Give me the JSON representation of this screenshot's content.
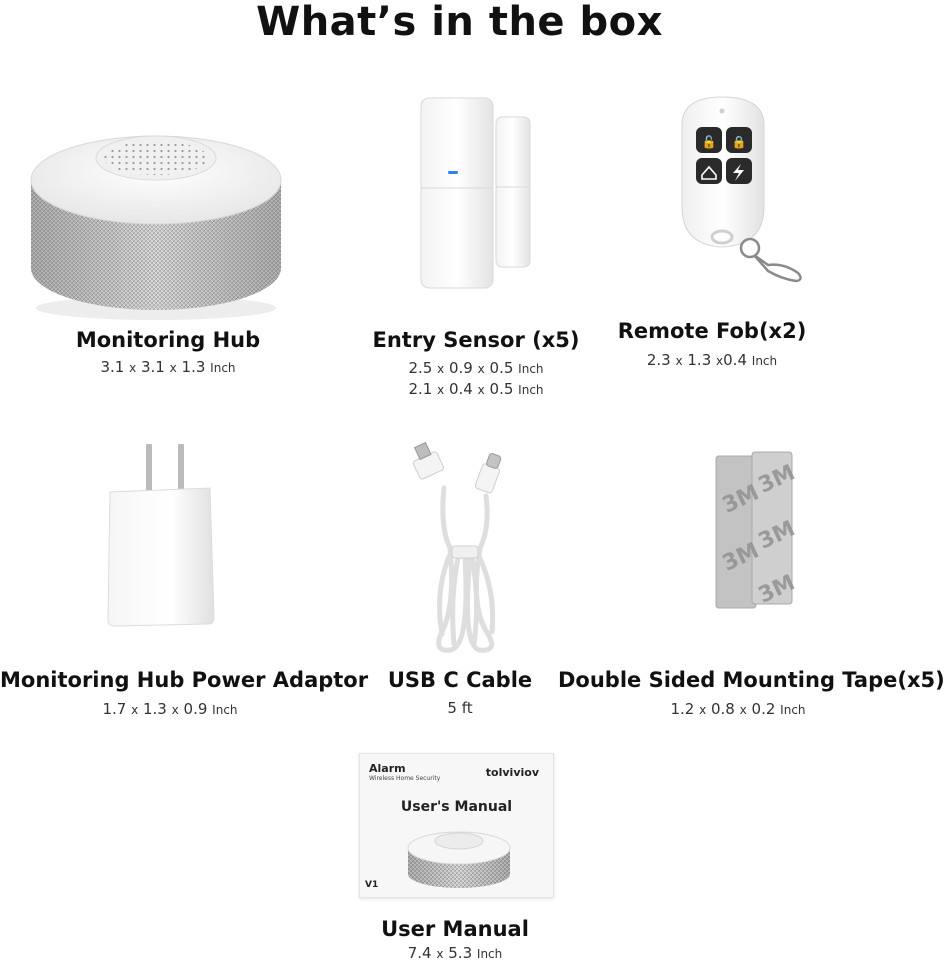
{
  "title": "What’s in the box",
  "items": [
    {
      "name": "Monitoring Hub",
      "dims": [
        [
          "3.1",
          "3.1",
          "1.3"
        ]
      ],
      "unit": "Inch"
    },
    {
      "name": "Entry Sensor (x5)",
      "dims": [
        [
          "2.5",
          "0.9",
          "0.5"
        ],
        [
          "2.1",
          "0.4",
          "0.5"
        ]
      ],
      "unit": "Inch"
    },
    {
      "name": "Remote Fob(x2)",
      "dims": [
        [
          "2.3",
          "1.3",
          "0.4"
        ]
      ],
      "unit": "Inch"
    },
    {
      "name": "Monitoring Hub Power Adaptor",
      "dims": [
        [
          "1.7",
          "1.3",
          "0.9"
        ]
      ],
      "unit": "Inch"
    },
    {
      "name": "USB C Cable",
      "length": "5 ft"
    },
    {
      "name": "Double Sided Mounting Tape(x5)",
      "dims": [
        [
          "1.2",
          "0.8",
          "0.2"
        ]
      ],
      "unit": "Inch"
    },
    {
      "name": "User Manual",
      "dims": [
        [
          "7.4",
          "5.3"
        ]
      ],
      "unit": "Inch"
    }
  ],
  "separator": "x",
  "manual_cover": {
    "heading": "Alarm",
    "subheading": "Wireless Home Security",
    "brand": "tolviviov",
    "title": "User's Manual",
    "version": "V1"
  },
  "colors": {
    "indicator_blue": "#2f7ff0",
    "fob_buttons": "#2a2a2a",
    "tape_gray": "#8e8e8e"
  }
}
